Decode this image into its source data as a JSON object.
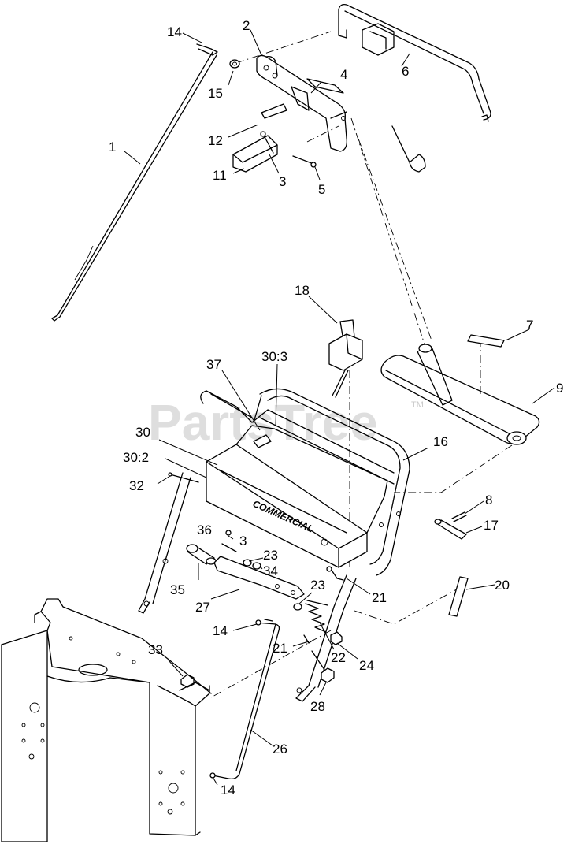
{
  "watermark": {
    "text": "PartsTree",
    "tm": "TM"
  },
  "panel_brand": "COMMERCIAL",
  "callouts": [
    {
      "id": "c1",
      "text": "1"
    },
    {
      "id": "c2",
      "text": "2"
    },
    {
      "id": "c3a",
      "text": "3"
    },
    {
      "id": "c3b",
      "text": "3"
    },
    {
      "id": "c4",
      "text": "4"
    },
    {
      "id": "c5",
      "text": "5"
    },
    {
      "id": "c6",
      "text": "6"
    },
    {
      "id": "c7",
      "text": "7"
    },
    {
      "id": "c8",
      "text": "8"
    },
    {
      "id": "c9",
      "text": "9"
    },
    {
      "id": "c11",
      "text": "11"
    },
    {
      "id": "c12",
      "text": "12"
    },
    {
      "id": "c14a",
      "text": "14"
    },
    {
      "id": "c14b",
      "text": "14"
    },
    {
      "id": "c14c",
      "text": "14"
    },
    {
      "id": "c15",
      "text": "15"
    },
    {
      "id": "c16",
      "text": "16"
    },
    {
      "id": "c17",
      "text": "17"
    },
    {
      "id": "c18",
      "text": "18"
    },
    {
      "id": "c20",
      "text": "20"
    },
    {
      "id": "c21a",
      "text": "21"
    },
    {
      "id": "c21b",
      "text": "21"
    },
    {
      "id": "c22",
      "text": "22"
    },
    {
      "id": "c23a",
      "text": "23"
    },
    {
      "id": "c23b",
      "text": "23"
    },
    {
      "id": "c24",
      "text": "24"
    },
    {
      "id": "c26",
      "text": "26"
    },
    {
      "id": "c27",
      "text": "27"
    },
    {
      "id": "c28",
      "text": "28"
    },
    {
      "id": "c30",
      "text": "30"
    },
    {
      "id": "c30_2",
      "text": "30:2"
    },
    {
      "id": "c30_3",
      "text": "30:3"
    },
    {
      "id": "c32",
      "text": "32"
    },
    {
      "id": "c33",
      "text": "33"
    },
    {
      "id": "c34",
      "text": "34"
    },
    {
      "id": "c35",
      "text": "35"
    },
    {
      "id": "c36",
      "text": "36"
    },
    {
      "id": "c37",
      "text": "37"
    }
  ]
}
